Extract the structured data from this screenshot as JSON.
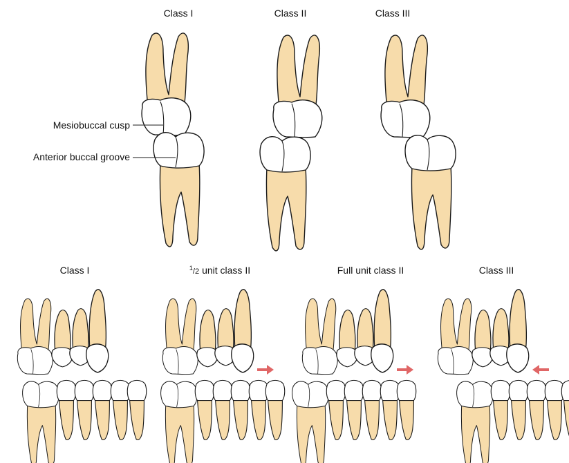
{
  "colors": {
    "root": "#f7dcab",
    "crown": "#ffffff",
    "outline": "#1a1a1a",
    "arrow": "#e06666"
  },
  "top_row": {
    "titles": [
      "Class I",
      "Class II",
      "Class III"
    ],
    "labels": {
      "mesiobuccal_cusp": "Mesiobuccal cusp",
      "anterior_buccal_groove": "Anterior buccal groove"
    }
  },
  "bottom_row": {
    "titles": [
      "Class I",
      "unit class II",
      "Full unit class II",
      "Class III"
    ],
    "half_superscript": "1",
    "half_denominator": "/2",
    "arrows": [
      "none",
      "right",
      "right",
      "left"
    ]
  }
}
